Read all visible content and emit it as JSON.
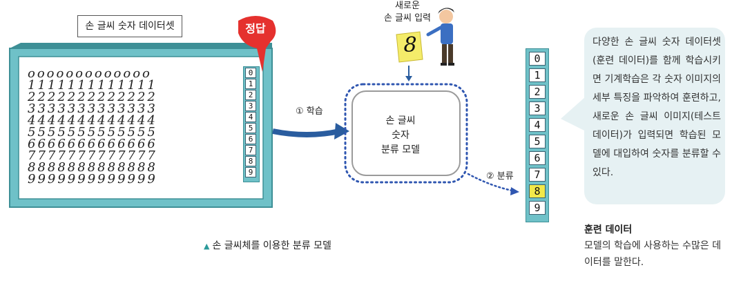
{
  "dataset_label": "손 글씨 숫자 데이터셋",
  "answer_badge": "정답",
  "new_input_label": [
    "새로운",
    "손 글씨 입력"
  ],
  "input_digit": "8",
  "step_learn": "① 학습",
  "step_classify": "② 분류",
  "model_label": [
    "손 글씨",
    "숫자",
    "분류 모델"
  ],
  "answer_digits": [
    "0",
    "1",
    "2",
    "3",
    "4",
    "5",
    "6",
    "7",
    "8",
    "9"
  ],
  "highlighted_answer": "8",
  "digit_rows": [
    "ooooooooooooo",
    "1111111111111",
    "2222222222222",
    "3333333333333",
    "4444444444444",
    "5555555555555",
    "6666666666666",
    "7777777777777",
    "8888888888888",
    "9999999999999"
  ],
  "caption": "손 글씨체를 이용한 분류 모델",
  "bubble_text": "다양한 손 글씨 숫자 데이터셋(훈련 데이터)를 함께 학습시키면 기계학습은 각 숫자 이미지의 세부 특징을 파악하여 훈련하고, 새로운 손 글씨 이미지(테스트 데이터)가 입력되면 학습된 모델에 대입하여 숫자를 분류할 수 있다.",
  "definition_title": "훈련 데이터",
  "definition_body": "모델의 학습에 사용하는 수많은 데이터를 말한다.",
  "colors": {
    "panel_frame": "#6fc1c8",
    "panel_inner": "#ffffff",
    "badge_red": "#e5312e",
    "arrow_blue": "#2a5d9f",
    "dotted_blue": "#2f56b0",
    "note_yellow": "#f4ec6a",
    "highlight_yellow": "#f2e94a",
    "bubble_bg": "#e6f1f3"
  }
}
